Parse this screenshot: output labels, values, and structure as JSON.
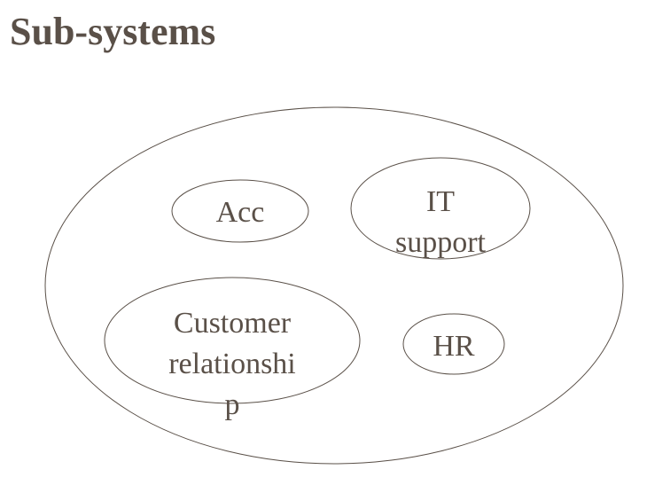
{
  "title": "Sub-systems",
  "diagram": {
    "outer_label": "",
    "subsystems": [
      {
        "lines": [
          "Acc"
        ]
      },
      {
        "lines": [
          "IT",
          "support"
        ]
      },
      {
        "lines": [
          "Customer",
          "relationshi",
          "p"
        ]
      },
      {
        "lines": [
          "HR"
        ]
      }
    ]
  },
  "colors": {
    "text": "#5a5048",
    "stroke": "#5a5048"
  }
}
